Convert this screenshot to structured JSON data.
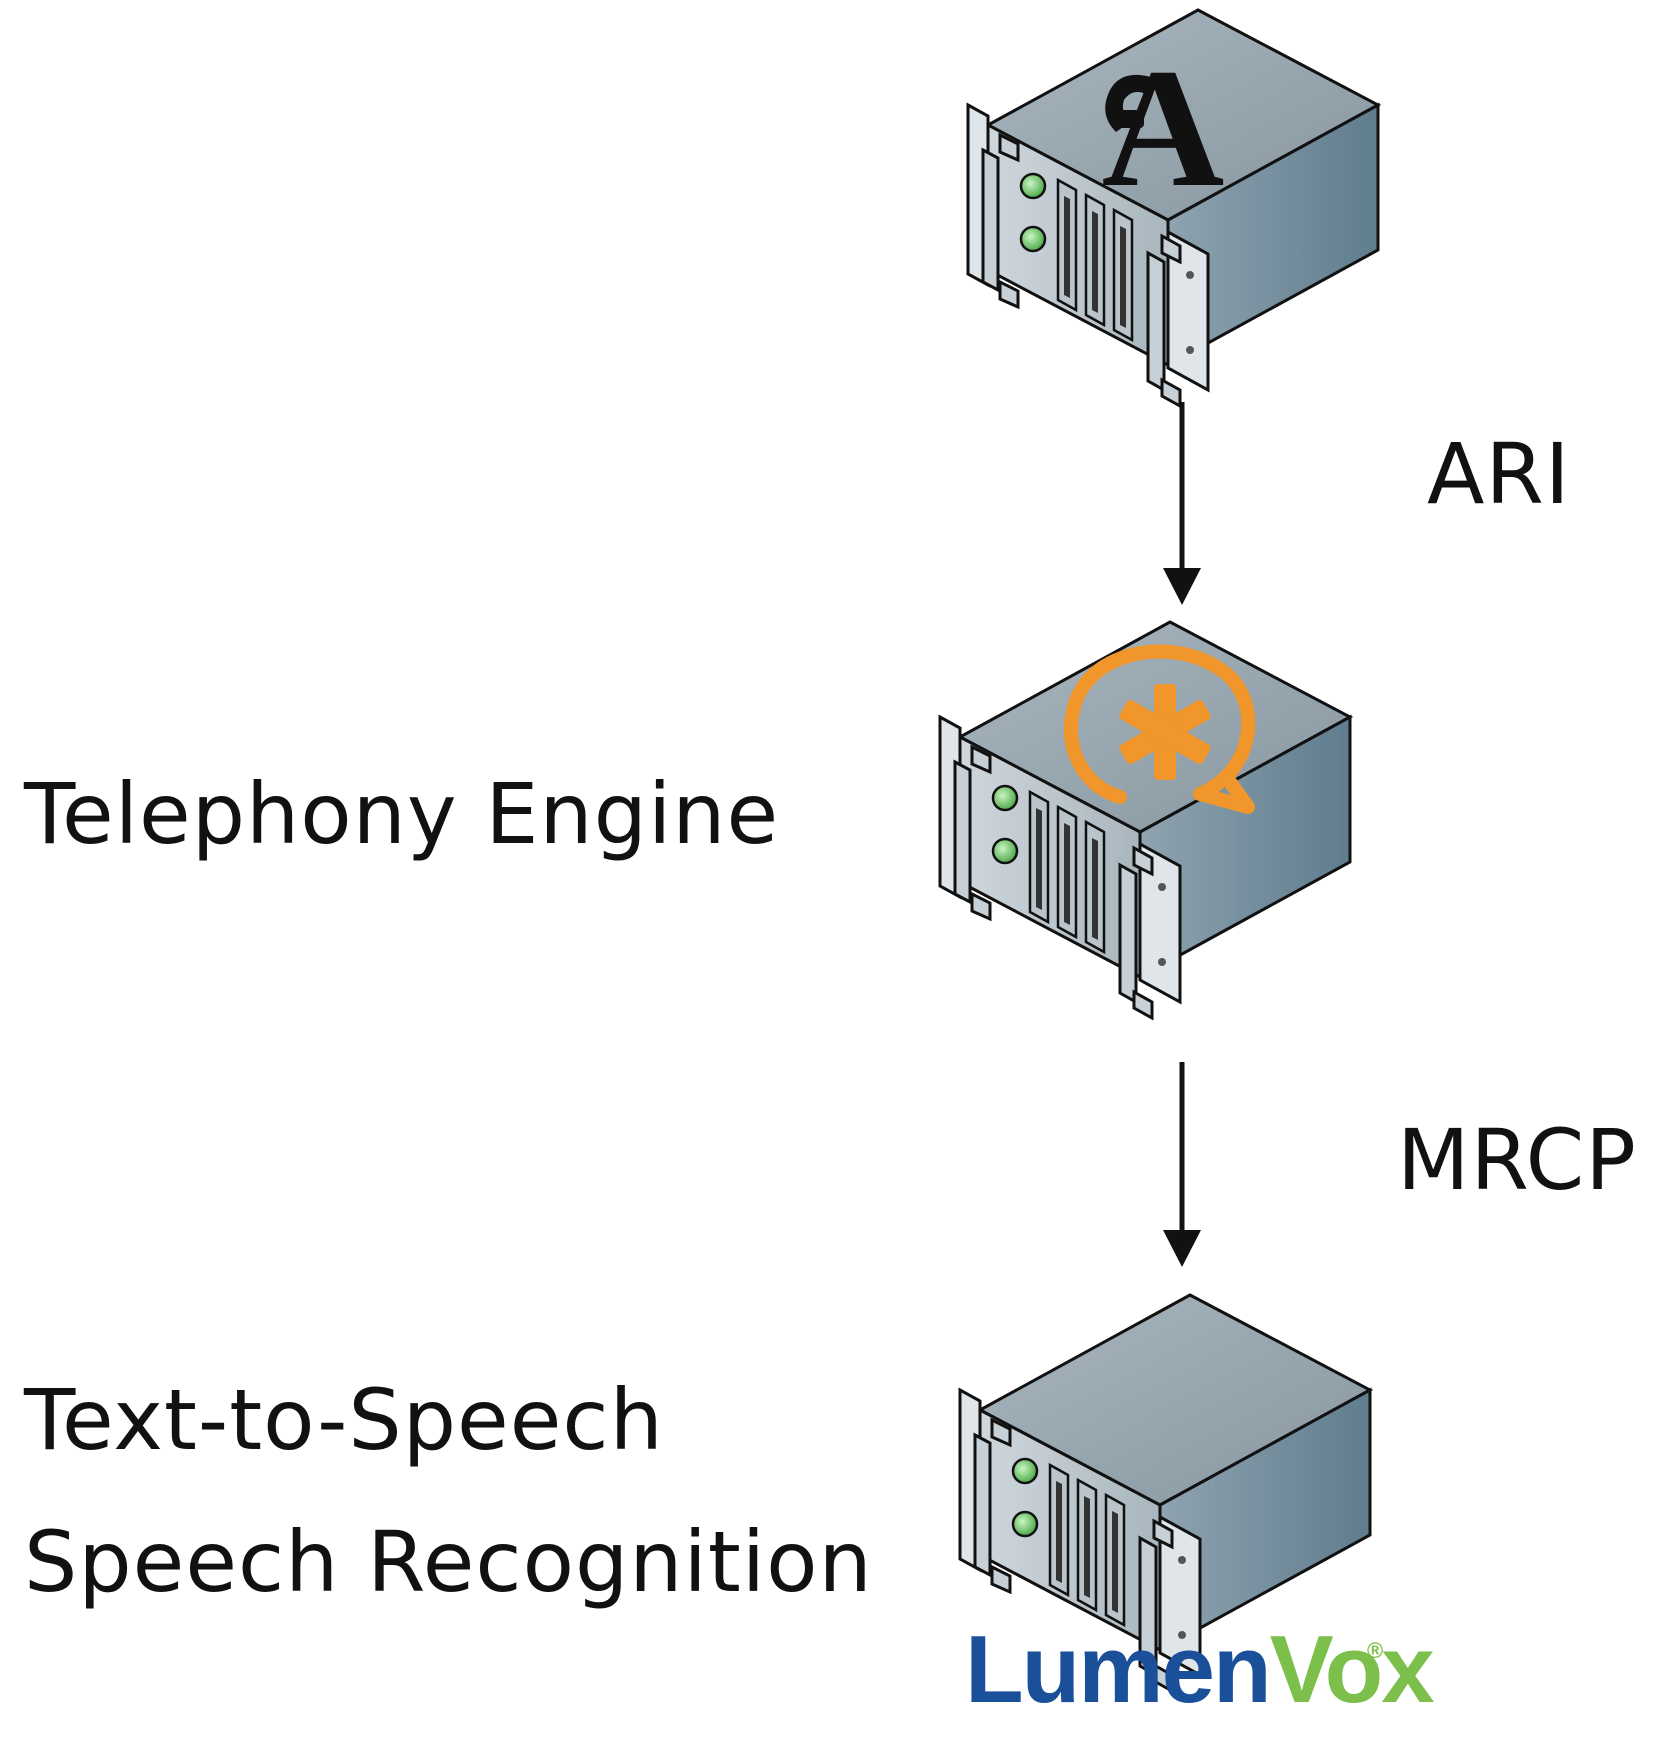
{
  "nodes": [
    {
      "id": "app-server",
      "label": "",
      "logo": "phone-A"
    },
    {
      "id": "telephony",
      "label": "Telephony Engine",
      "logo": "asterisk"
    },
    {
      "id": "speech",
      "label_lines": [
        "Text-to-Speech",
        "Speech Recognition"
      ],
      "logo": "none"
    }
  ],
  "edges": [
    {
      "from": "app-server",
      "to": "telephony",
      "label": "ARI"
    },
    {
      "from": "telephony",
      "to": "speech",
      "label": "MRCP"
    }
  ],
  "brand": {
    "lumenvox_main": "LumenVox",
    "lumenvox_mark": "®"
  },
  "colors": {
    "server_top": "#9ba9b2",
    "server_left": "#bcc7ce",
    "server_right": "#6d8796",
    "led": "#7fd07a",
    "asterisk": "#f0962a",
    "lumen_blue": "#1a4f9a",
    "vox_green": "#7cbf4a"
  }
}
